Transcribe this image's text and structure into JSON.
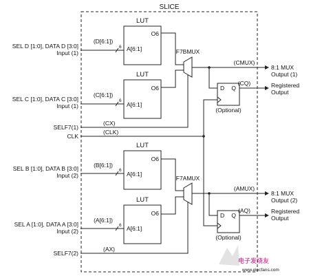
{
  "diagram": {
    "title": "SLICE",
    "luts": [
      {
        "name": "LUT",
        "out": "O6",
        "addr": "A[6:1]",
        "bus_width": "6"
      },
      {
        "name": "LUT",
        "out": "O6",
        "addr": "A[6:1]",
        "bus_width": "6"
      },
      {
        "name": "LUT",
        "out": "O6",
        "addr": "A[6:1]",
        "bus_width": "6"
      },
      {
        "name": "LUT",
        "out": "O6",
        "addr": "A[6:1]",
        "bus_width": "6"
      }
    ],
    "inputs": {
      "d": {
        "line1": "SEL D [1:0], DATA D [3:0]",
        "line2": "Input (1)",
        "bus": "(D[6:1])"
      },
      "c": {
        "line1": "SEL C [1:0], DATA C [3:0]",
        "line2": "Input (1)",
        "bus": "(C[6:1])"
      },
      "b": {
        "line1": "SEL B [1:0], DATA B [3:0]",
        "line2": "Input (2)",
        "bus": "(B[6:1])"
      },
      "a": {
        "line1": "SEL A [1:0], DATA A [3:0]",
        "line2": "Input (2)",
        "bus": "(A[6:1])"
      }
    },
    "selects": {
      "self7_1": "SELF7(1)",
      "cx": "(CX)",
      "clk": "CLK",
      "clk_sig": "(CLK)",
      "self7_2": "SELF7(2)",
      "ax": "(AX)"
    },
    "muxes": {
      "top": "F7BMUX",
      "bottom": "F7AMUX"
    },
    "flipflops": [
      {
        "d": "D",
        "q": "Q",
        "note": "(Optional)"
      },
      {
        "d": "D",
        "q": "Q",
        "note": "(Optional)"
      }
    ],
    "outputs": {
      "cmux": "(CMUX)",
      "out1_l1": "8:1 MUX",
      "out1_l2": "Output (1)",
      "cq": "(CQ)",
      "reg1_l1": "Registered",
      "reg1_l2": "Output",
      "amux": "(AMUX)",
      "out2_l1": "8:1 MUX",
      "out2_l2": "Output (2)",
      "aq": "(AQ)",
      "reg2_l1": "Registered",
      "reg2_l2": "Output"
    }
  },
  "watermark": "电子发烧友",
  "watermark_url": "www.elecfans.com"
}
